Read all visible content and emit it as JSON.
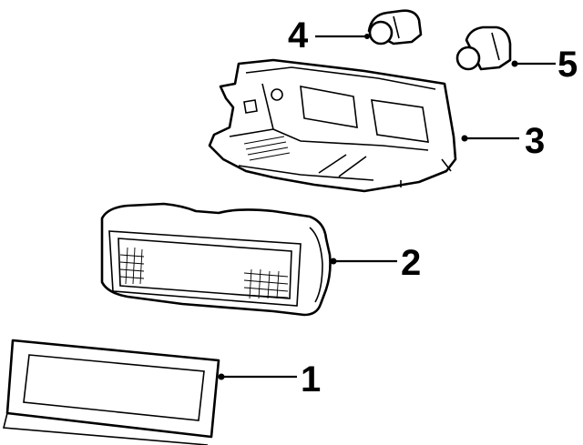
{
  "callouts": [
    {
      "id": "1",
      "label": "1",
      "part": "trim-bezel"
    },
    {
      "id": "2",
      "label": "2",
      "part": "lens-housing"
    },
    {
      "id": "3",
      "label": "3",
      "part": "socket-bracket"
    },
    {
      "id": "4",
      "label": "4",
      "part": "bulb-left"
    },
    {
      "id": "5",
      "label": "5",
      "part": "bulb-right"
    }
  ]
}
